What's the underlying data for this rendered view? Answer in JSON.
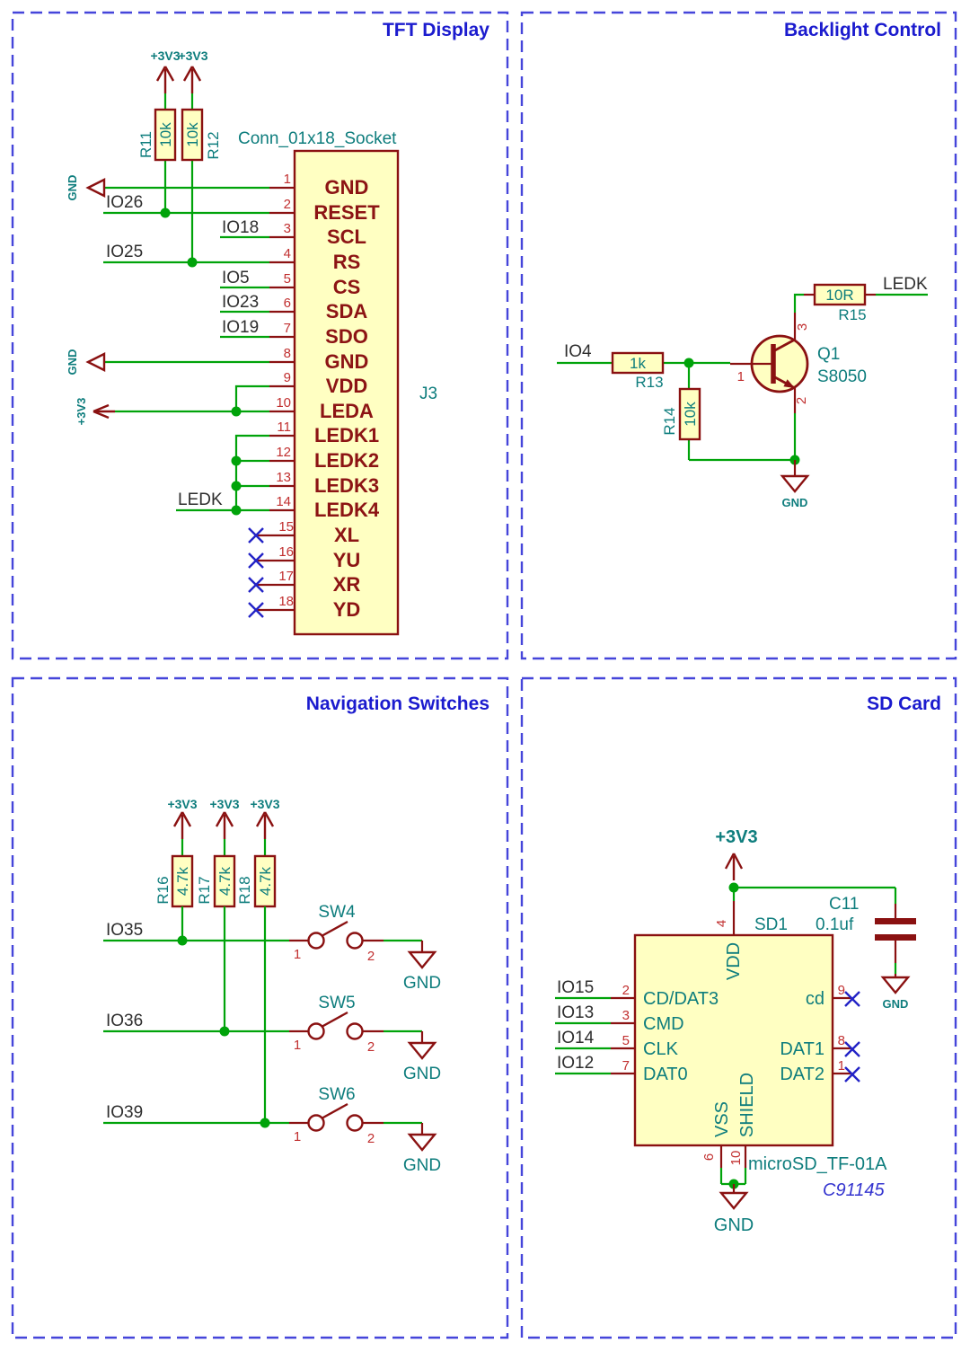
{
  "panels": {
    "tft": {
      "title": "TFT Display",
      "connector": "Conn_01x18_Socket",
      "ref": "J3",
      "pins": [
        {
          "num": "1",
          "name": "GND"
        },
        {
          "num": "2",
          "name": "RESET"
        },
        {
          "num": "3",
          "name": "SCL"
        },
        {
          "num": "4",
          "name": "RS"
        },
        {
          "num": "5",
          "name": "CS"
        },
        {
          "num": "6",
          "name": "SDA"
        },
        {
          "num": "7",
          "name": "SDO"
        },
        {
          "num": "8",
          "name": "GND"
        },
        {
          "num": "9",
          "name": "VDD"
        },
        {
          "num": "10",
          "name": "LEDA"
        },
        {
          "num": "11",
          "name": "LEDK1"
        },
        {
          "num": "12",
          "name": "LEDK2"
        },
        {
          "num": "13",
          "name": "LEDK3"
        },
        {
          "num": "14",
          "name": "LEDK4"
        },
        {
          "num": "15",
          "name": "XL"
        },
        {
          "num": "16",
          "name": "YU"
        },
        {
          "num": "17",
          "name": "XR"
        },
        {
          "num": "18",
          "name": "YD"
        }
      ],
      "r11": {
        "ref": "R11",
        "value": "10k",
        "power": "+3V3"
      },
      "r12": {
        "ref": "R12",
        "value": "10k",
        "power": "+3V3"
      },
      "flags": {
        "gnd1": "GND",
        "gnd2": "GND",
        "v33": "+3V3"
      },
      "nets": {
        "io26": "IO26",
        "io18": "IO18",
        "io25": "IO25",
        "io5": "IO5",
        "io23": "IO23",
        "io19": "IO19",
        "ledk": "LEDK"
      }
    },
    "backlight": {
      "title": "Backlight Control",
      "io4": "IO4",
      "ledk": "LEDK",
      "gnd": "GND",
      "r13": {
        "ref": "R13",
        "value": "1k"
      },
      "r14": {
        "ref": "R14",
        "value": "10k"
      },
      "r15": {
        "ref": "R15",
        "value": "10R"
      },
      "q1": {
        "ref": "Q1",
        "value": "S8050",
        "p1": "1",
        "p2": "2",
        "p3": "3"
      }
    },
    "nav": {
      "title": "Navigation Switches",
      "resistors": [
        {
          "ref": "R16",
          "value": "4.7k",
          "power": "+3V3"
        },
        {
          "ref": "R17",
          "value": "4.7k",
          "power": "+3V3"
        },
        {
          "ref": "R18",
          "value": "4.7k",
          "power": "+3V3"
        }
      ],
      "rows": [
        {
          "net": "IO35",
          "sw": "SW4",
          "p1": "1",
          "p2": "2",
          "gnd": "GND"
        },
        {
          "net": "IO36",
          "sw": "SW5",
          "p1": "1",
          "p2": "2",
          "gnd": "GND"
        },
        {
          "net": "IO39",
          "sw": "SW6",
          "p1": "1",
          "p2": "2",
          "gnd": "GND"
        }
      ]
    },
    "sd": {
      "title": "SD Card",
      "power": "+3V3",
      "gnd_cap": "GND",
      "gnd_bottom": "GND",
      "c11": {
        "ref": "C11",
        "value": "0.1uf"
      },
      "sd1": {
        "ref": "SD1",
        "value": "microSD_TF-01A",
        "lcsc": "C91145"
      },
      "vdd": {
        "num": "4",
        "name": "VDD"
      },
      "vss": {
        "num": "6",
        "name": "VSS"
      },
      "shield": {
        "num": "10",
        "name": "SHIELD"
      },
      "left": [
        {
          "net": "IO15",
          "num": "2",
          "name": "CD/DAT3"
        },
        {
          "net": "IO13",
          "num": "3",
          "name": "CMD"
        },
        {
          "net": "IO14",
          "num": "5",
          "name": "CLK"
        },
        {
          "net": "IO12",
          "num": "7",
          "name": "DAT0"
        }
      ],
      "right": [
        {
          "num": "9",
          "name": "cd"
        },
        {
          "num": "8",
          "name": "DAT1"
        },
        {
          "num": "1",
          "name": "DAT2"
        }
      ]
    }
  }
}
